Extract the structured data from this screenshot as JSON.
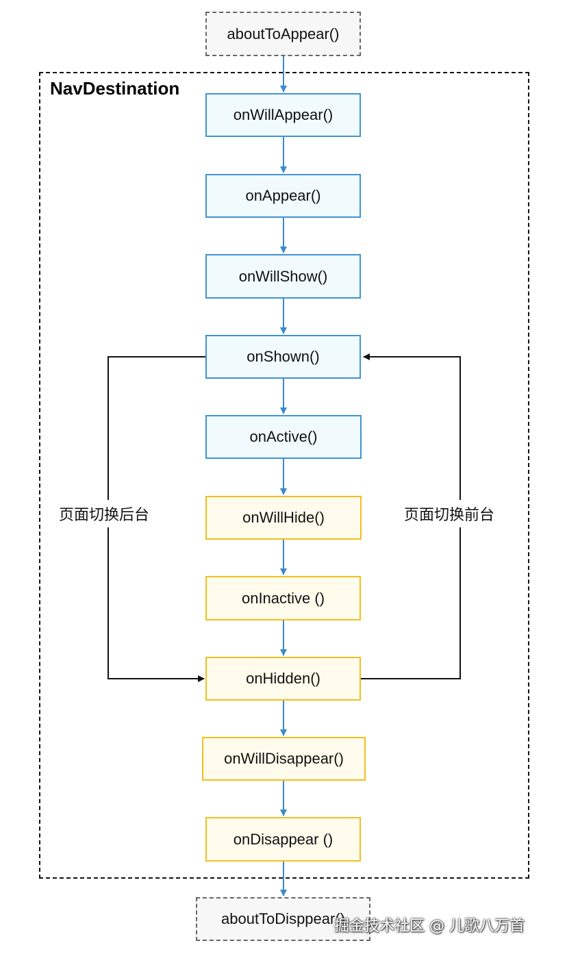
{
  "diagram": {
    "group_title": "NavDestination",
    "top_node": "aboutToAppear()",
    "bottom_node": "aboutToDisppear()",
    "nodes": [
      "onWillAppear()",
      "onAppear()",
      "onWillShow()",
      "onShown()",
      "onActive()",
      "onWillHide()",
      "onInactive ()",
      "onHidden()",
      "onWillDisappear()",
      "onDisappear ()"
    ],
    "left_loop_label": "页面切换后台",
    "right_loop_label": "页面切换前台"
  },
  "colors": {
    "flow_arrow": "#3a8ad0",
    "loop_arrow": "#111111",
    "blue_border": "#3e93d2",
    "blue_fill": "#f1fbfd",
    "yellow_border": "#f3bf1c",
    "yellow_fill": "#fffbed"
  },
  "watermark": "掘金技术社区 @ 儿歌八万首"
}
